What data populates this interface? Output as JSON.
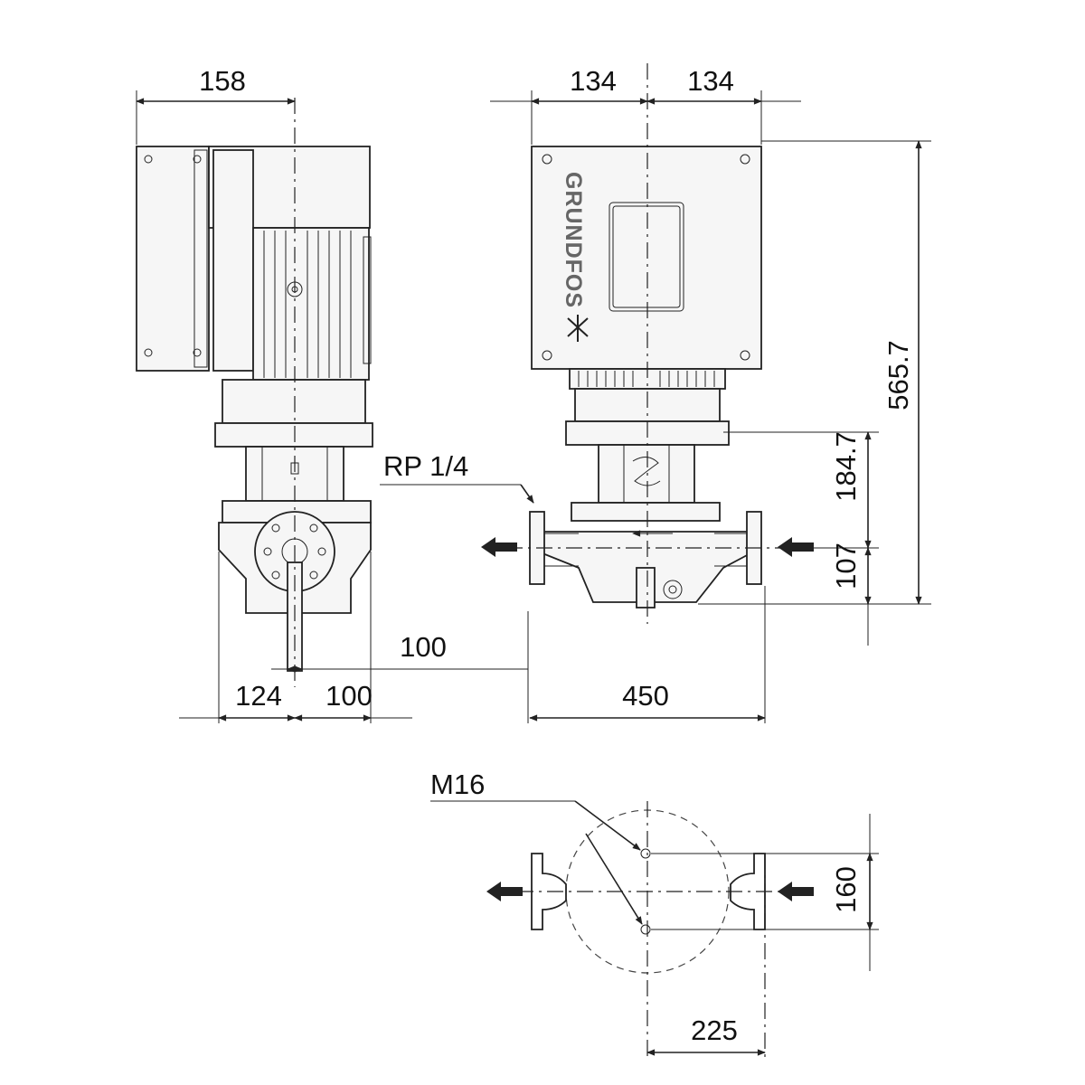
{
  "brand": "GRUNDFOS",
  "dimensions": {
    "side_width": "158",
    "front_half_left": "134",
    "front_half_right": "134",
    "overall_height": "565.7",
    "flange_to_head": "184.7",
    "port_height": "107",
    "foot_offset": "100",
    "base_left": "124",
    "base_right": "100",
    "port_to_port": "450",
    "bolt_spacing": "160",
    "foot_pitch": "225"
  },
  "callouts": {
    "vent_port": "RP 1/4",
    "bolt_thread": "M16"
  },
  "colors": {
    "line": "#222222",
    "arrow": "#333333",
    "background": "#ffffff"
  }
}
